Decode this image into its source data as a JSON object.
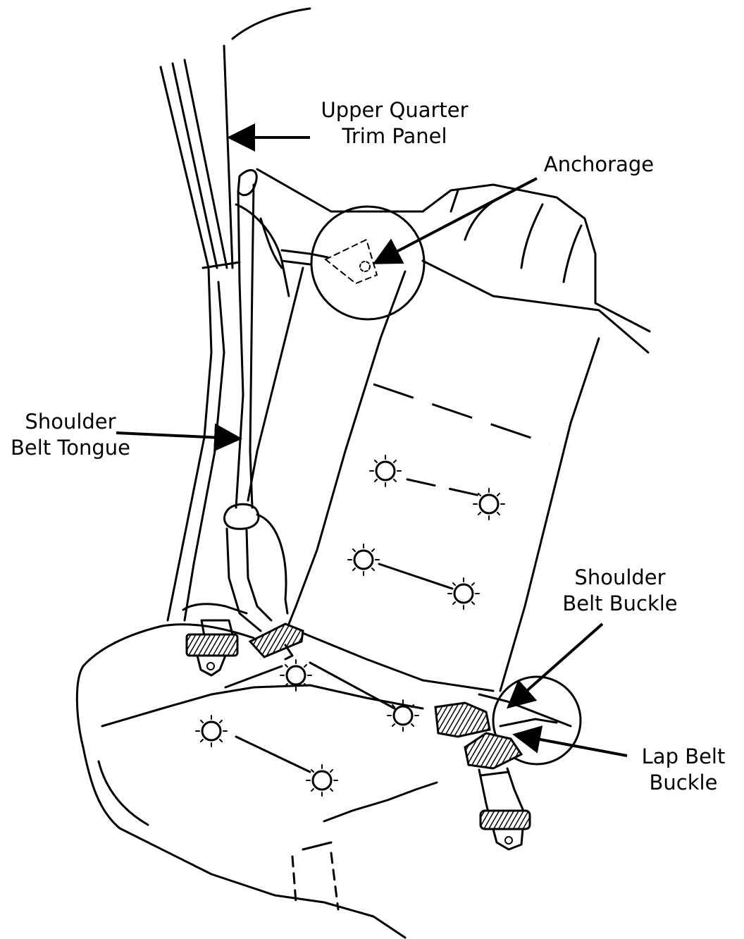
{
  "labels": {
    "upper_quarter_trim_panel": [
      "Upper Quarter",
      "Trim Panel"
    ],
    "anchorage": "Anchorage",
    "shoulder_belt_tongue": [
      "Shoulder",
      "Belt Tongue"
    ],
    "shoulder_belt_buckle": [
      "Shoulder",
      "Belt Buckle"
    ],
    "lap_belt_buckle": [
      "Lap Belt",
      "Buckle"
    ]
  }
}
